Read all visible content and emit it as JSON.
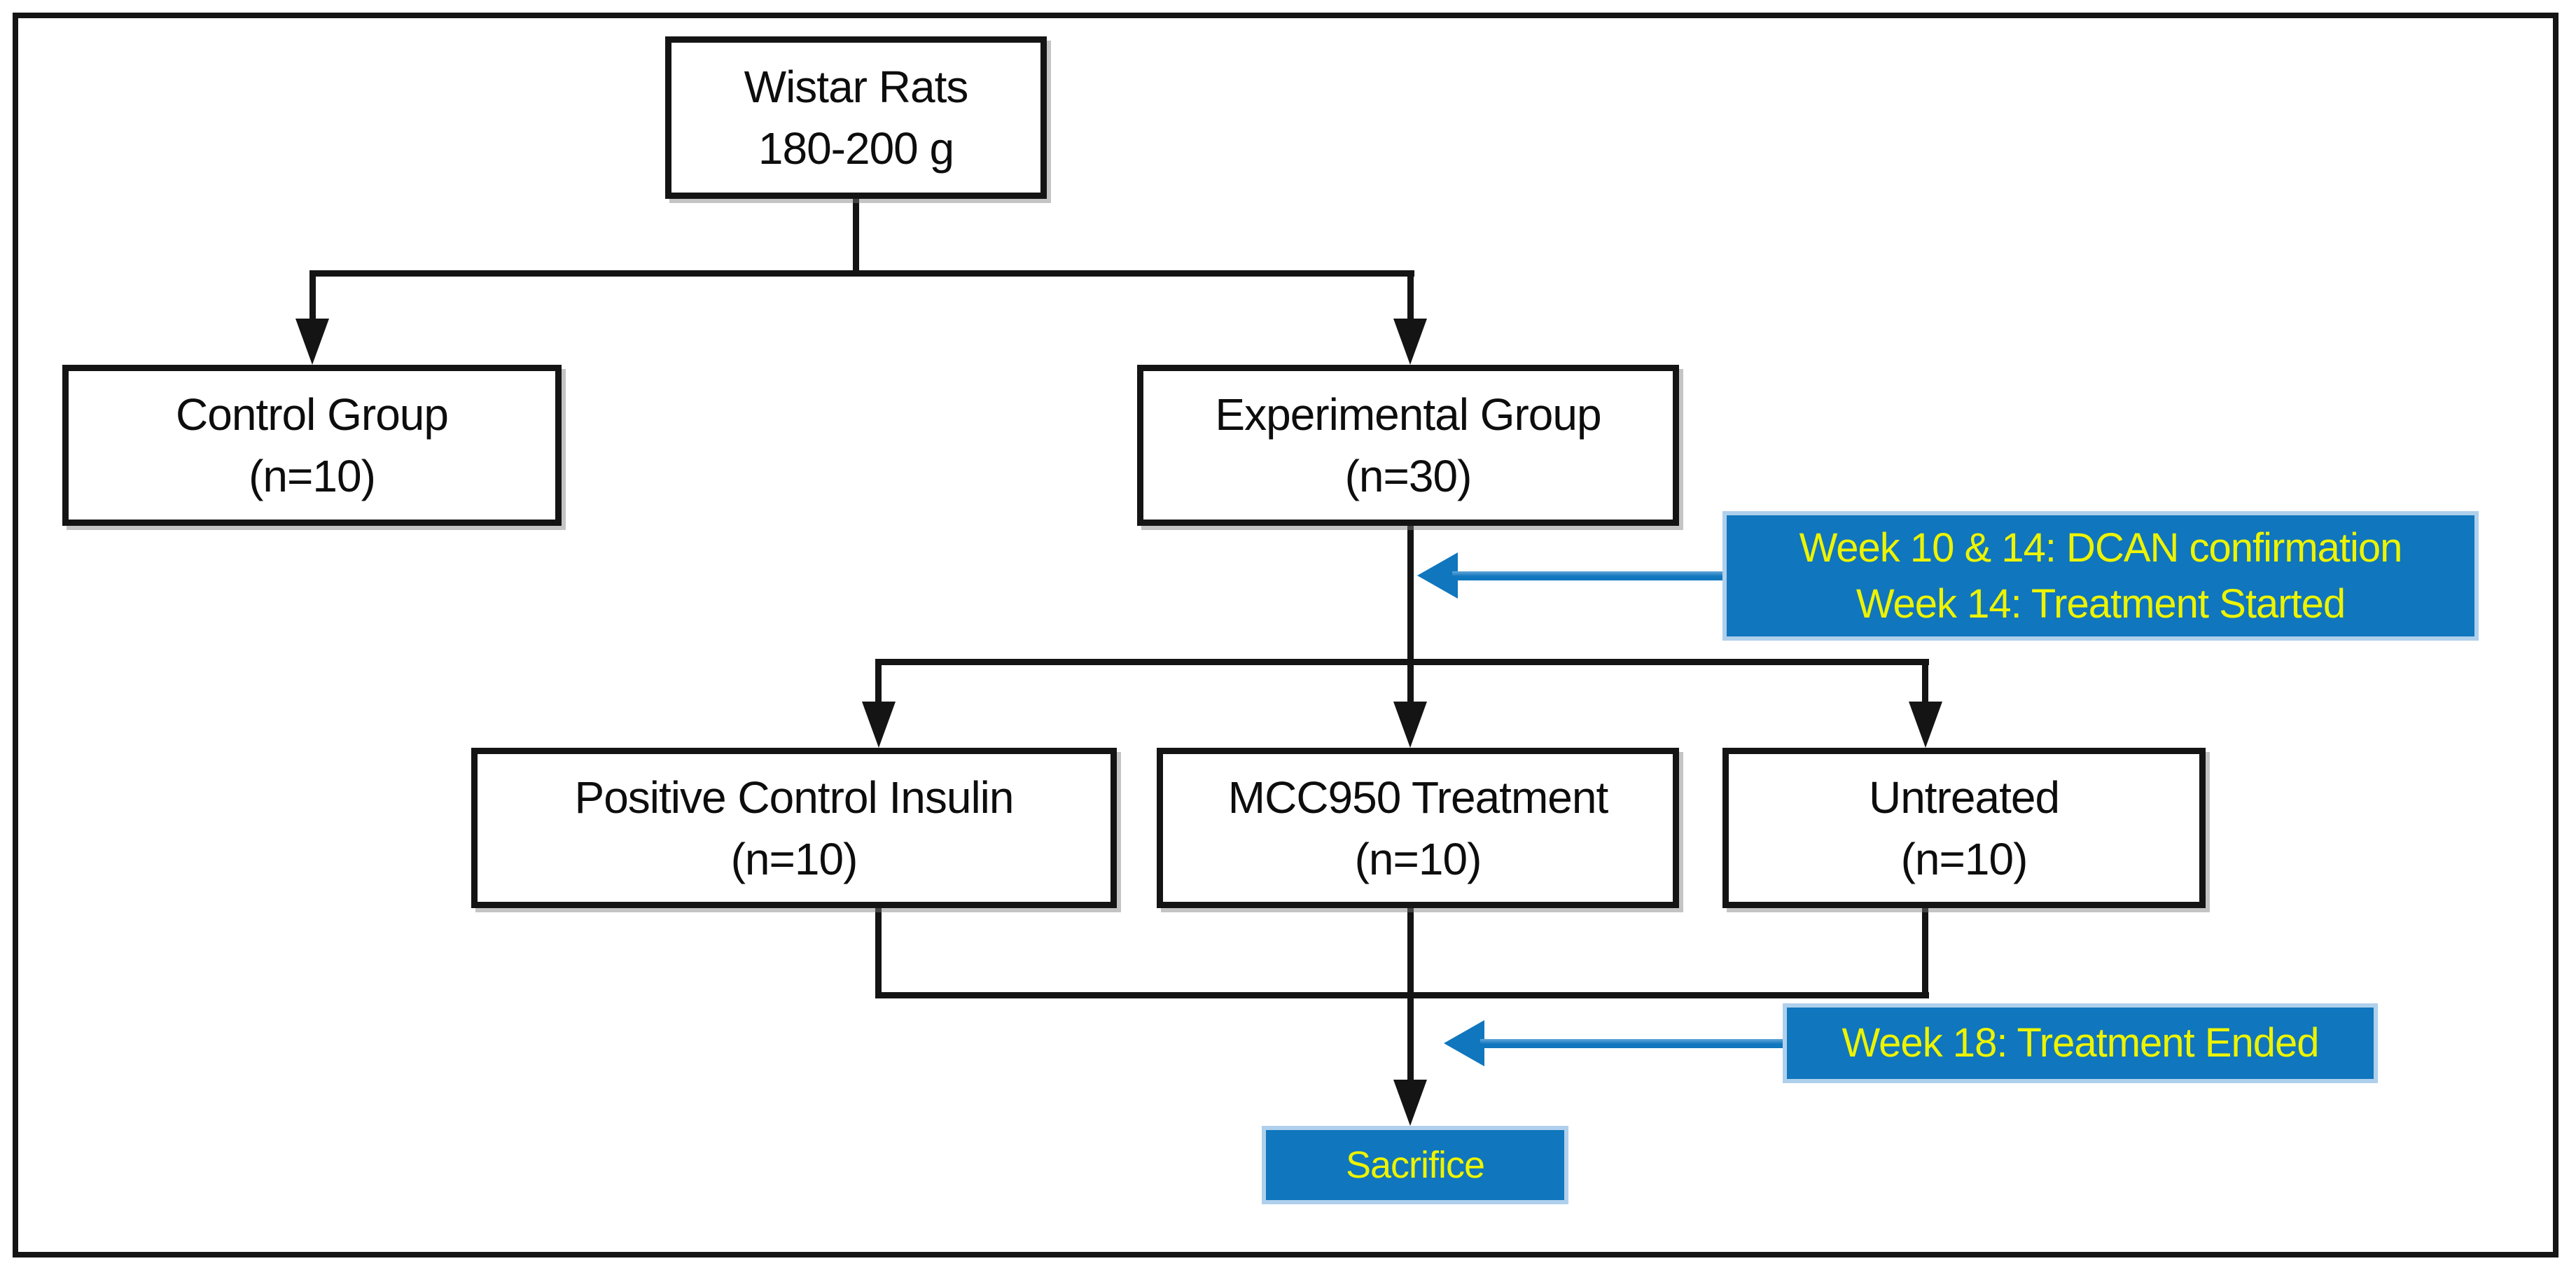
{
  "nodes": {
    "wistar": {
      "line1": "Wistar Rats",
      "line2": "180-200 g"
    },
    "control": {
      "line1": "Control Group",
      "line2": "(n=10)"
    },
    "experimental": {
      "line1": "Experimental Group",
      "line2": "(n=30)"
    },
    "positive_control": {
      "line1": "Positive Control Insulin",
      "line2": "(n=10)"
    },
    "mcc950": {
      "line1": "MCC950 Treatment",
      "line2": "(n=10)"
    },
    "untreated": {
      "line1": "Untreated",
      "line2": "(n=10)"
    },
    "sacrifice": {
      "label": "Sacrifice"
    }
  },
  "annotations": {
    "dcan": {
      "line1": "Week 10 & 14: DCAN confirmation",
      "line2": "Week 14: Treatment Started"
    },
    "ended": {
      "label": "Week 18: Treatment Ended"
    }
  },
  "colors": {
    "annotation_bg": "#1076BD",
    "annotation_text": "#EDF400",
    "annotation_border": "#AFD0EC",
    "line": "#141414",
    "node_border": "#141414",
    "node_bg": "#FFFFFF"
  }
}
